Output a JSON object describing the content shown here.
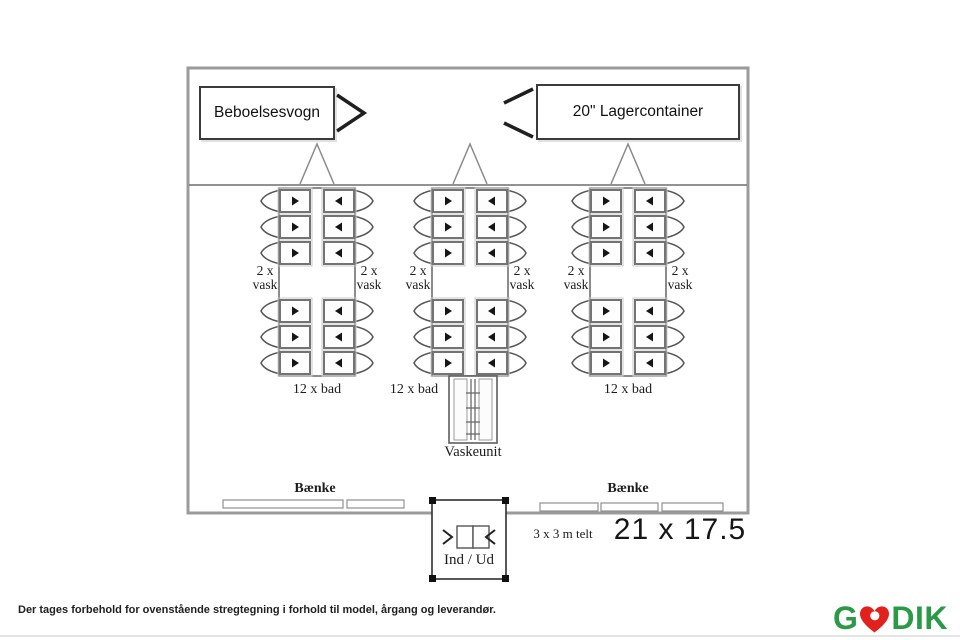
{
  "plan": {
    "top_units": {
      "residential": "Beboelsesvogn",
      "container": "20\" Lagercontainer"
    },
    "groups": [
      {
        "vask_left": "2 x\nvask",
        "vask_right": "2 x\nvask",
        "bad": "12 x bad"
      },
      {
        "vask_left": "2 x\nvask",
        "vask_right": "2 x\nvask",
        "bad": "12 x bad"
      },
      {
        "vask_left": "2 x\nvask",
        "vask_right": "2 x\nvask",
        "bad": "12 x bad"
      }
    ],
    "wash_unit_label": "Vaskeunit",
    "bench_label_left": "Bænke",
    "bench_label_right": "Bænke",
    "entrance_label": "Ind / Ud",
    "tent_label": "3 x 3 m telt",
    "dimensions_label": "21 x 17.5"
  },
  "footer": {
    "disclaimer": "Der tages forbehold for ovenstående stregtegning i forhold til model, årgang og leverandør."
  },
  "logo": {
    "prefix": "G",
    "suffix": "DIK",
    "heart_icon": "heart-icon",
    "colors": {
      "green": "#2B9A47",
      "red": "#E2211C"
    }
  }
}
